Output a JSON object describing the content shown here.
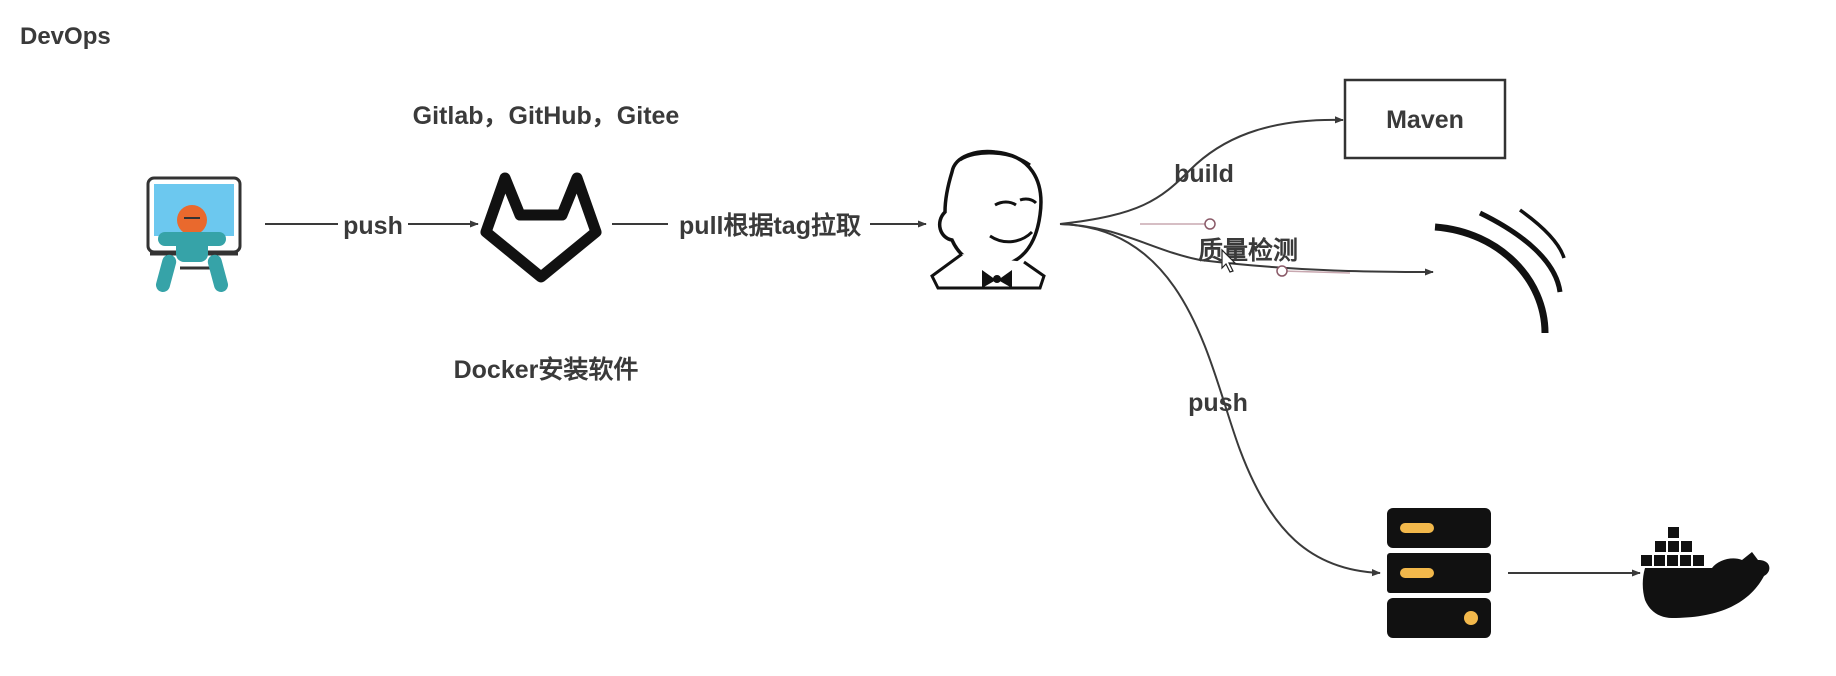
{
  "title": "DevOps",
  "labels": {
    "repos": "Gitlab，GitHub，Gitee",
    "docker_install": "Docker安装软件",
    "edge_push_dev": "push",
    "edge_pull": "pull根据tag拉取",
    "edge_build": "build",
    "edge_quality": "质量检测",
    "edge_push_server": "push",
    "maven": "Maven"
  },
  "nodes": [
    {
      "id": "developer",
      "icon": "developer-at-computer-icon"
    },
    {
      "id": "gitlab",
      "icon": "gitlab-fox-icon"
    },
    {
      "id": "jenkins",
      "icon": "jenkins-butler-icon"
    },
    {
      "id": "maven",
      "icon": "maven-box"
    },
    {
      "id": "sonarqube",
      "icon": "sonarqube-waves-icon"
    },
    {
      "id": "server",
      "icon": "server-rack-icon"
    },
    {
      "id": "docker",
      "icon": "docker-whale-icon"
    }
  ],
  "colors": {
    "line": "#3a3a3a",
    "monitor_screen": "#6cc8ef",
    "developer_body": "#36a3a8",
    "developer_head": "#e9692d",
    "server_slot": "#f2b84b"
  }
}
